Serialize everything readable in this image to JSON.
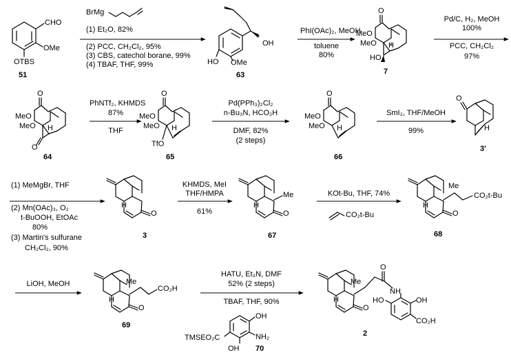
{
  "steps": {
    "s1": {
      "reagent": "BrMg",
      "c1": "(1) Et₂O, 82%",
      "c2": "(2) PCC, CH₂Cl₂, 95%",
      "c3": "(3) CBS, catechol borane, 99%",
      "c4": "(4) TBAF, THF, 99%"
    },
    "s2": {
      "top": "PhI(OAc)₂, MeOH",
      "bottom1": "toluene",
      "bottom2": "80%"
    },
    "s3": {
      "top1": "Pd/C, H₂, MeOH",
      "top2": "100%",
      "bottom1": "PCC, CH₂Cl₂",
      "bottom2": "97%"
    },
    "s4": {
      "top1": "PhNTf₂, KHMDS",
      "top2": "87%",
      "bottom": "THF"
    },
    "s5": {
      "top1": "Pd(PPh₃)₂Cl₂",
      "top2": "n-Bu₃N, HCO₂H",
      "bottom1": "DMF, 82%",
      "bottom2": "(2 steps)"
    },
    "s6": {
      "top": "SmI₂, THF/MeOH",
      "bottom": "99%"
    },
    "s7": {
      "c1": "(1) MeMgBr, THF",
      "c2": "(2) Mn(OAc)₃, O₂",
      "c3": "t-BuOOH, EtOAc",
      "c4": "80%",
      "c5": "(3) Martin's sulfurane",
      "c6": "CH₂Cl₂, 90%"
    },
    "s8": {
      "top1": "KHMDS, MeI",
      "top2": "THF/HMPA",
      "bottom": "61%"
    },
    "s9": {
      "top": "KOt-Bu, THF, 74%",
      "reagent": "CO₂t-Bu"
    },
    "s10": {
      "top": "LiOH, MeOH"
    },
    "s11": {
      "top1": "HATU, Et₃N, DMF",
      "top2": "52% (2 steps)",
      "bottom": "TBAF, THF, 90%"
    }
  },
  "compounds": {
    "c51": "51",
    "c63": "63",
    "c7": "7",
    "c64": "64",
    "c65": "65",
    "c66": "66",
    "c3p": "3'",
    "c3": "3",
    "c67": "67",
    "c68": "68",
    "c69": "69",
    "c70": "70",
    "c2": "2"
  },
  "atoms": {
    "cho": "CHO",
    "ome": "OMe",
    "otbs": "OTBS",
    "oh": "OH",
    "ho": "HO",
    "meo": "MeO",
    "o": "O",
    "h": "H",
    "tfo": "TfO",
    "me": "Me",
    "co2tbu": "CO₂t-Bu",
    "co2h": "CO₂H",
    "nh": "NH",
    "nh2": "NH₂",
    "tmseo2c": "TMSEO₂C"
  }
}
